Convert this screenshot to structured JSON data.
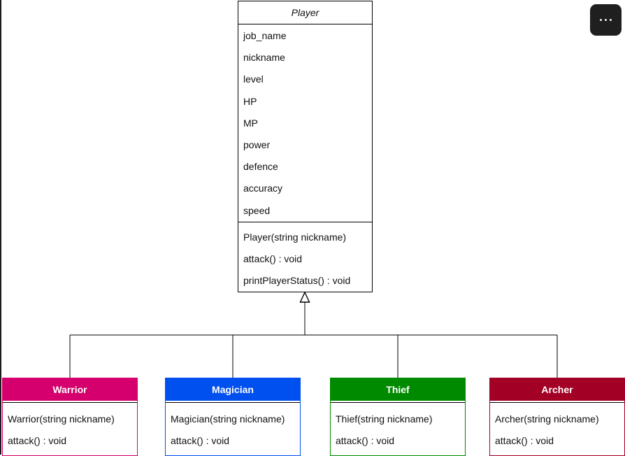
{
  "diagram": {
    "parent": {
      "name": "Player",
      "attributes": [
        "job_name",
        "nickname",
        "level",
        "HP",
        "MP",
        "power",
        "defence",
        "accuracy",
        "speed"
      ],
      "operations": [
        "Player(string nickname)",
        "attack() : void",
        "printPlayerStatus() : void"
      ]
    },
    "children": [
      {
        "name": "Warrior",
        "color": "#d5006d",
        "operations": [
          "Warrior(string nickname)",
          "attack() : void"
        ]
      },
      {
        "name": "Magician",
        "color": "#0050ef",
        "operations": [
          "Magician(string nickname)",
          "attack() : void"
        ]
      },
      {
        "name": "Thief",
        "color": "#008a00",
        "operations": [
          "Thief(string nickname)",
          "attack() : void"
        ]
      },
      {
        "name": "Archer",
        "color": "#a20025",
        "operations": [
          "Archer(string nickname)",
          "attack() : void"
        ]
      }
    ]
  },
  "toolbar": {
    "menu_icon": "more-horizontal-icon"
  }
}
